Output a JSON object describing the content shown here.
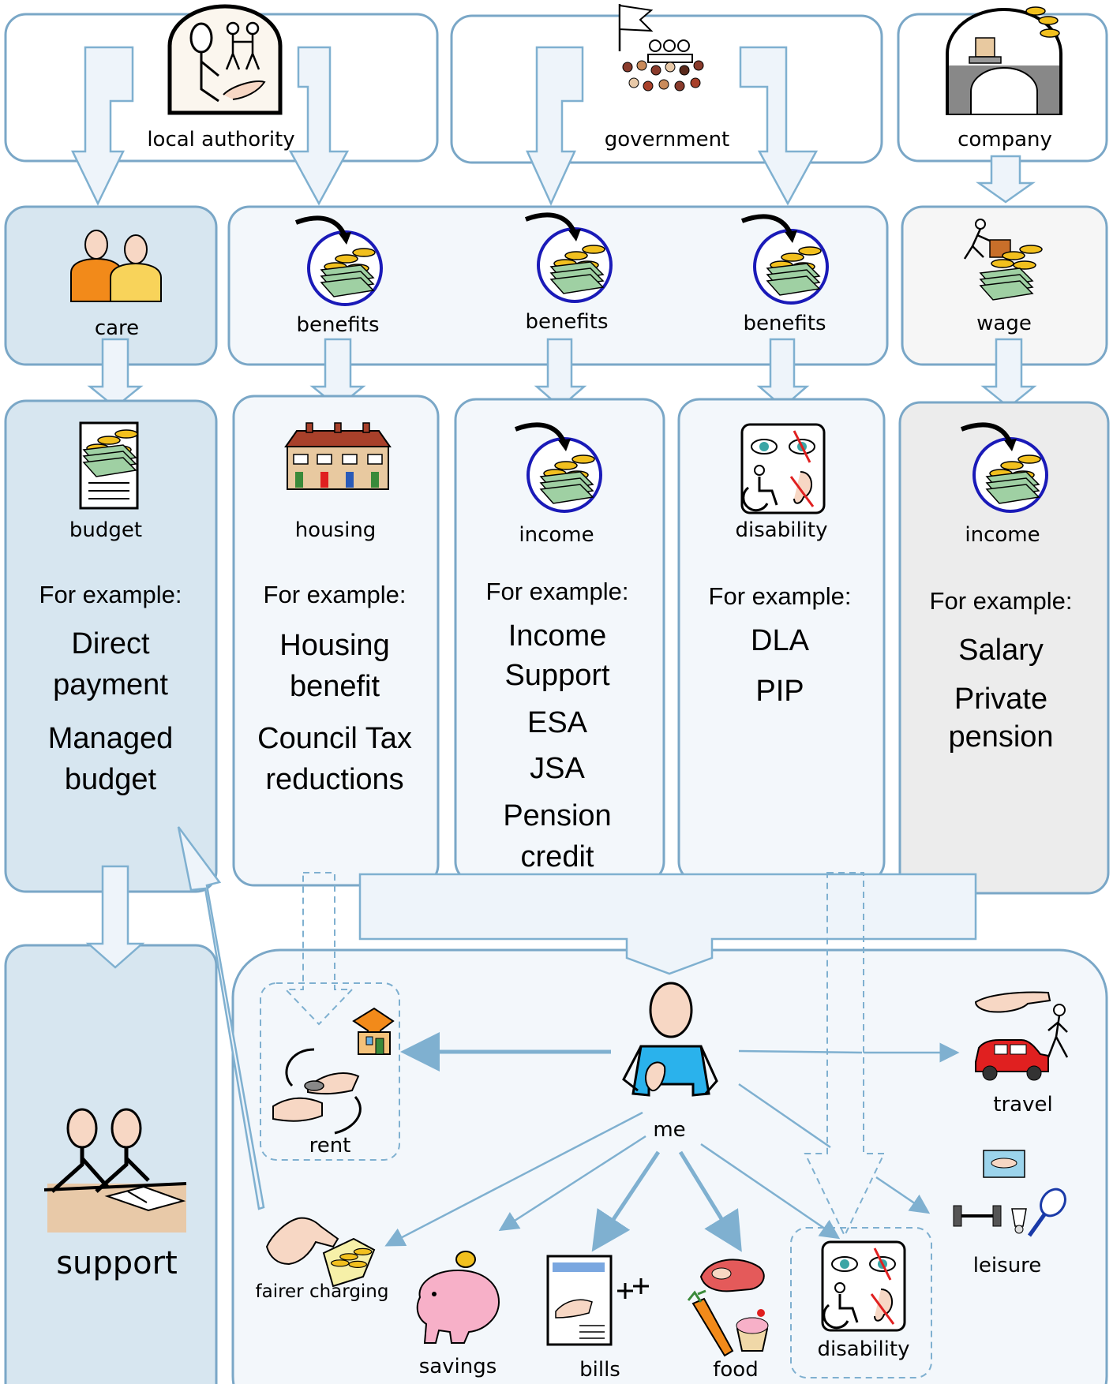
{
  "colors": {
    "box_border": "#7aa7c7",
    "box_light": "#f3f7fb",
    "box_care": "#d7e6f0",
    "box_company": "#f6f6f6",
    "box_company_income": "#ececec",
    "arrow_fill": "#eef4fa",
    "arrow_line": "#7fb0d0"
  },
  "sources": {
    "local_authority": "local authority",
    "government": "government",
    "company": "company"
  },
  "middle": {
    "care": "care",
    "benefits_1": "benefits",
    "benefits_2": "benefits",
    "benefits_3": "benefits",
    "wage": "wage"
  },
  "columns": [
    {
      "label": "budget",
      "for_example": "For example:",
      "lines": [
        "Direct",
        "payment",
        "Managed",
        "budget"
      ]
    },
    {
      "label": "housing",
      "for_example": "For example:",
      "lines": [
        "Housing",
        "benefit",
        "Council Tax",
        "reductions"
      ]
    },
    {
      "label": "income",
      "for_example": "For example:",
      "lines": [
        "Income",
        "Support",
        "ESA",
        "JSA",
        "Pension",
        "credit"
      ]
    },
    {
      "label": "disability",
      "for_example": "For example:",
      "lines": [
        "DLA",
        "PIP"
      ]
    },
    {
      "label": "income",
      "for_example": "For example:",
      "lines": [
        "Salary",
        "Private",
        "pension"
      ]
    }
  ],
  "support": "support",
  "me": "me",
  "outputs": {
    "rent": "rent",
    "fairer_charging": "fairer charging",
    "savings": "savings",
    "bills": "bills",
    "food": "food",
    "disability": "disability",
    "travel": "travel",
    "leisure": "leisure"
  },
  "icons": [
    "people-pointing-icon",
    "parliament-icon",
    "office-desk-icon",
    "two-people-icon",
    "money-arrow-icon",
    "worker-money-icon",
    "budget-sheet-icon",
    "terraced-houses-icon",
    "disability-icon",
    "two-people-writing-icon",
    "person-me-icon",
    "money-exchange-icon",
    "hand-tag-icon",
    "piggy-bank-icon",
    "bill-icon",
    "food-icon",
    "car-walking-icon",
    "sports-icon"
  ]
}
